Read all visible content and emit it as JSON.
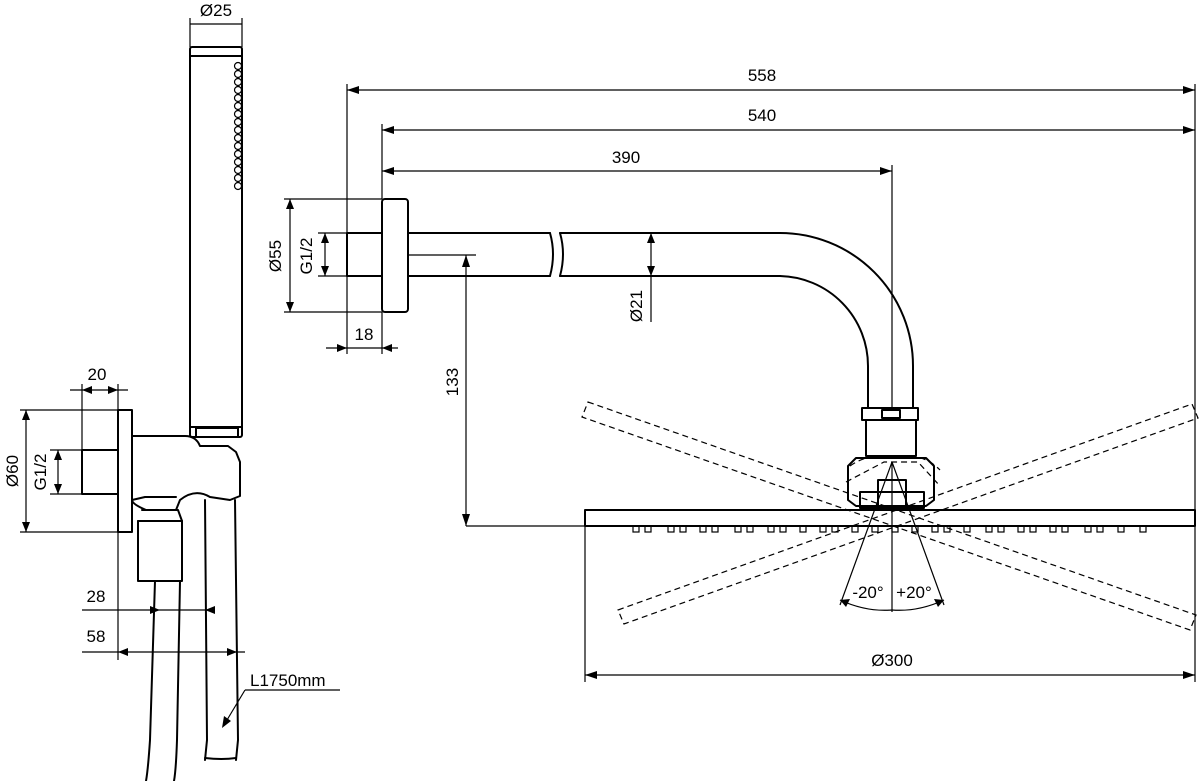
{
  "dimensions": {
    "hand_shower_diameter": "Ø25",
    "arm_overall_length": "558",
    "arm_length_from_flange": "540",
    "arm_reach_to_head": "390",
    "flange_diameter": "Ø55",
    "arm_thread": "G1/2",
    "arm_tube_diameter": "Ø21",
    "flange_depth": "18",
    "arm_drop_height": "133",
    "outlet_depth": "20",
    "outlet_flange_diameter": "Ø60",
    "outlet_thread": "G1/2",
    "hose_offset_28": "28",
    "hose_offset_58": "58",
    "hose_length": "L1750mm",
    "tilt_negative": "-20°",
    "tilt_positive": "+20°",
    "head_diameter": "Ø300"
  }
}
